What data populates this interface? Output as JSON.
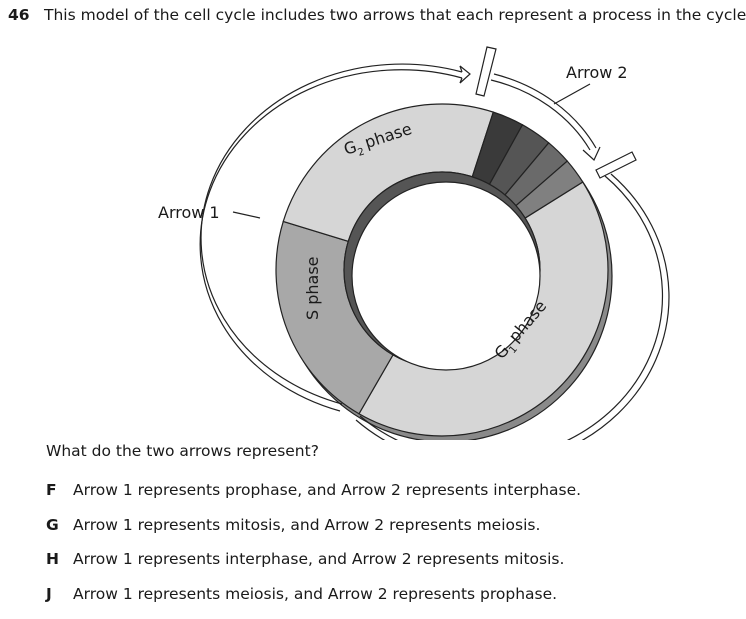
{
  "question": {
    "number": "46",
    "text": "This model of the cell cycle includes two arrows that each represent a process in the cycle.",
    "prompt": "What do the two arrows represent?"
  },
  "diagram": {
    "labels": {
      "arrow1": "Arrow 1",
      "arrow2": "Arrow 2",
      "g2_letter": "G",
      "g2_sub": "2",
      "g2_word": "phase",
      "s_phase": "S phase",
      "g1_letter": "G",
      "g1_sub": "1",
      "g1_word": "phase"
    },
    "colors": {
      "g_phases": "#d6d6d6",
      "s_phase": "#a8a8a8",
      "mitosis_segments": [
        "#3a3a3a",
        "#555555",
        "#6a6a6a",
        "#808080"
      ],
      "inner_wall": "#555555"
    }
  },
  "choices": [
    {
      "letter": "F",
      "text": "Arrow 1 represents prophase, and Arrow 2 represents interphase."
    },
    {
      "letter": "G",
      "text": "Arrow 1 represents mitosis, and Arrow 2 represents meiosis."
    },
    {
      "letter": "H",
      "text": "Arrow 1 represents interphase, and Arrow 2 represents mitosis."
    },
    {
      "letter": "J",
      "text": "Arrow 1 represents meiosis, and Arrow 2 represents prophase."
    }
  ]
}
